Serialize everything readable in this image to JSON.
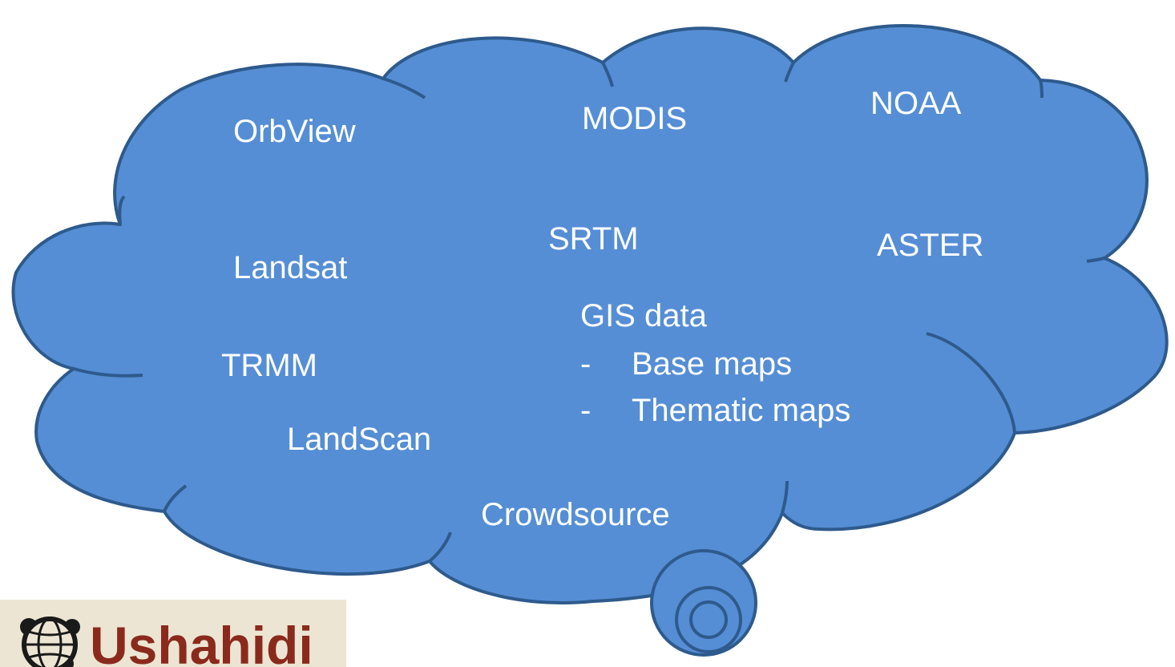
{
  "cloud": {
    "fill": "#558ed5",
    "stroke": "#2e5a8c",
    "labels": {
      "orbview": "OrbView",
      "modis": "MODIS",
      "noaa": "NOAA",
      "srtm": "SRTM",
      "aster": "ASTER",
      "landsat": "Landsat",
      "trmm": "TRMM",
      "landscan": "LandScan",
      "crowdsource": "Crowdsource"
    },
    "gis": {
      "title": "GIS data",
      "items": [
        {
          "dash": "-",
          "text": "Base maps"
        },
        {
          "dash": "-",
          "text": "Thematic maps"
        }
      ]
    }
  },
  "logo": {
    "text": "Ushahidi",
    "background": "#ede5d3",
    "text_color": "#8a2a1c"
  }
}
